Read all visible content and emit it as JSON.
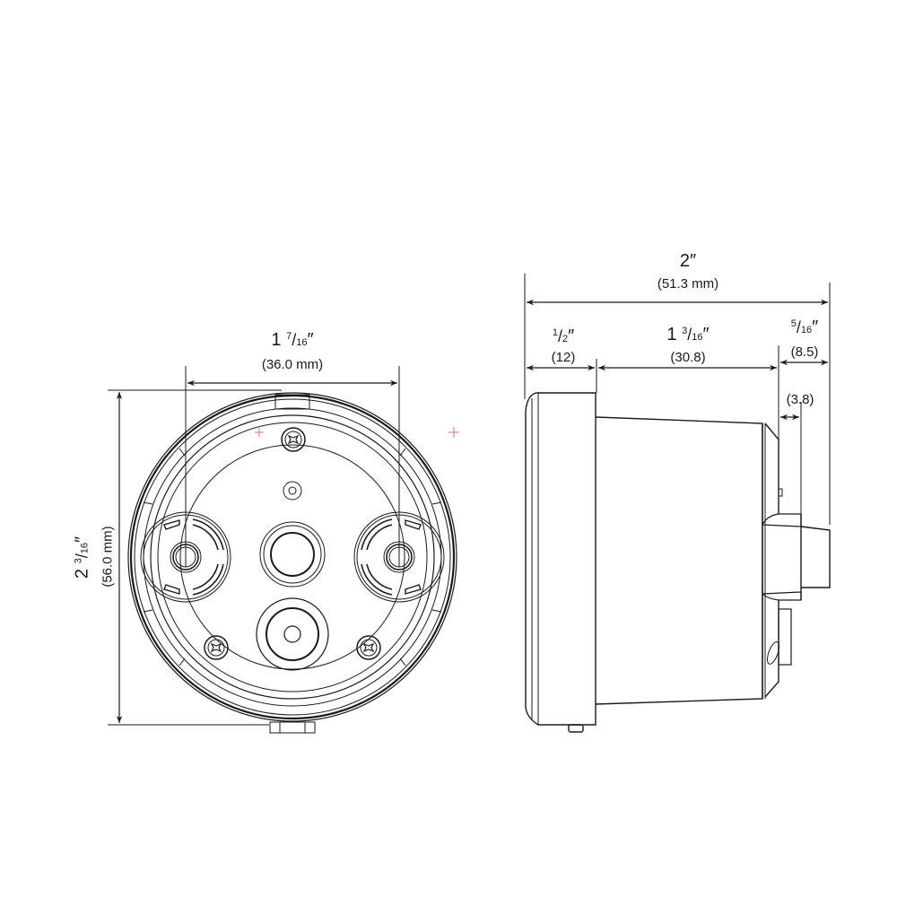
{
  "front_view": {
    "width_dim": {
      "whole": "1",
      "num": "7",
      "den": "16",
      "unit": "″",
      "metric": "(36.0 mm)"
    },
    "height_dim": {
      "whole": "2",
      "num": "3",
      "den": "16",
      "unit": "″",
      "metric": "(56.0 mm)"
    }
  },
  "side_view": {
    "overall_dim": {
      "label": "2″",
      "metric": "(51.3 mm)"
    },
    "bezel_dim": {
      "num": "1",
      "den": "2",
      "unit": "″",
      "metric": "(12)"
    },
    "body_dim": {
      "whole": "1",
      "num": "3",
      "den": "16",
      "unit": "″",
      "metric": "(30.8)"
    },
    "connector_dim": {
      "num": "5",
      "den": "16",
      "unit": "″",
      "metric": "(8.5)"
    },
    "clip_dim": {
      "metric": "(3.8)"
    }
  },
  "colors": {
    "line": "#1a1a1a",
    "center_mark": "#e07070"
  }
}
